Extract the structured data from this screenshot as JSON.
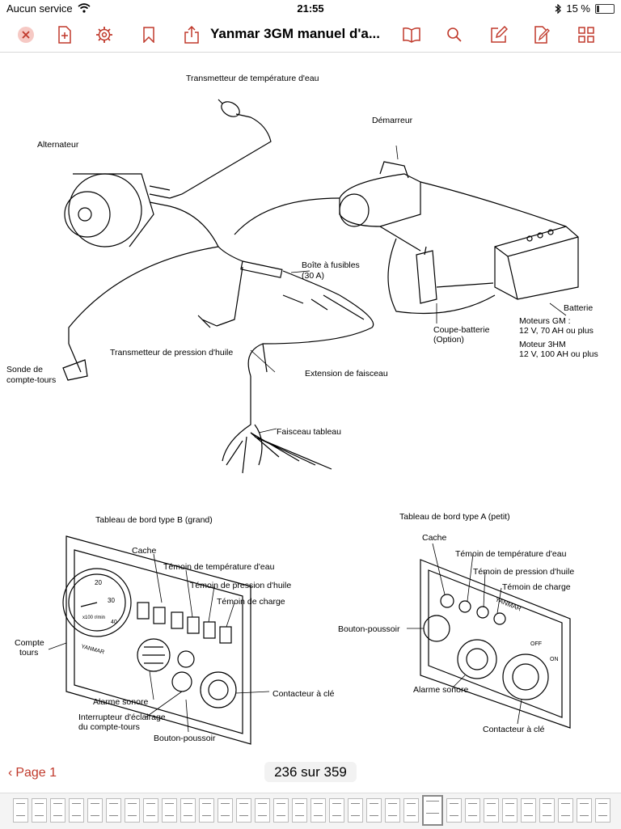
{
  "status": {
    "carrier": "Aucun service",
    "time": "21:55",
    "battery_text": "15 %",
    "battery_level": 0.15
  },
  "toolbar": {
    "title": "Yanmar 3GM manuel d'a...",
    "accent": "#c0392b",
    "icons": [
      "close-icon",
      "add-page-icon",
      "gear-icon",
      "bookmark-icon",
      "share-icon",
      "book-icon",
      "search-icon",
      "edit-icon",
      "annotate-icon",
      "grid-icon"
    ]
  },
  "diagram": {
    "labels": {
      "temp_sender": "Transmetteur de température d'eau",
      "starter": "Démarreur",
      "alternator": "Alternateur",
      "fuse_box_1": "Boîte à fusibles",
      "fuse_box_2": "(30 A)",
      "battery": "Batterie",
      "gm_engines": "Moteurs GM :",
      "gm_spec": "12 V, 70 AH ou plus",
      "hm_engine": "Moteur 3HM",
      "hm_spec": "12 V, 100 AH ou plus",
      "switch_1": "Coupe-batterie",
      "switch_2": "(Option)",
      "probe_1": "Sonde de",
      "probe_2": "compte-tours",
      "oil_sender": "Transmetteur de pression d'huile",
      "extension": "Extension de faisceau",
      "panel_harness": "Faisceau tableau",
      "panel_b_title": "Tableau de bord type B (grand)",
      "panel_a_title": "Tableau de bord type A (petit)",
      "cover": "Cache",
      "water_temp_light": "Témoin de température d'eau",
      "oil_pressure_light": "Témoin de pression d'huile",
      "charge_light": "Témoin de charge",
      "tach_1": "Compte",
      "tach_2": "tours",
      "alarm": "Alarme sonore",
      "switch_light_1": "Interrupteur d'éclairage",
      "switch_light_2": "du compte-tours",
      "push_button": "Bouton-poussoir",
      "key_switch": "Contacteur à clé",
      "brand": "YANMAR",
      "gauge_20": "20",
      "gauge_30": "30",
      "gauge_40": "40",
      "gauge_rpm": "x100 r/min",
      "off": "OFF",
      "on": "ON"
    }
  },
  "footer": {
    "back_label": "Page 1",
    "page_indicator": "236 sur 359"
  }
}
